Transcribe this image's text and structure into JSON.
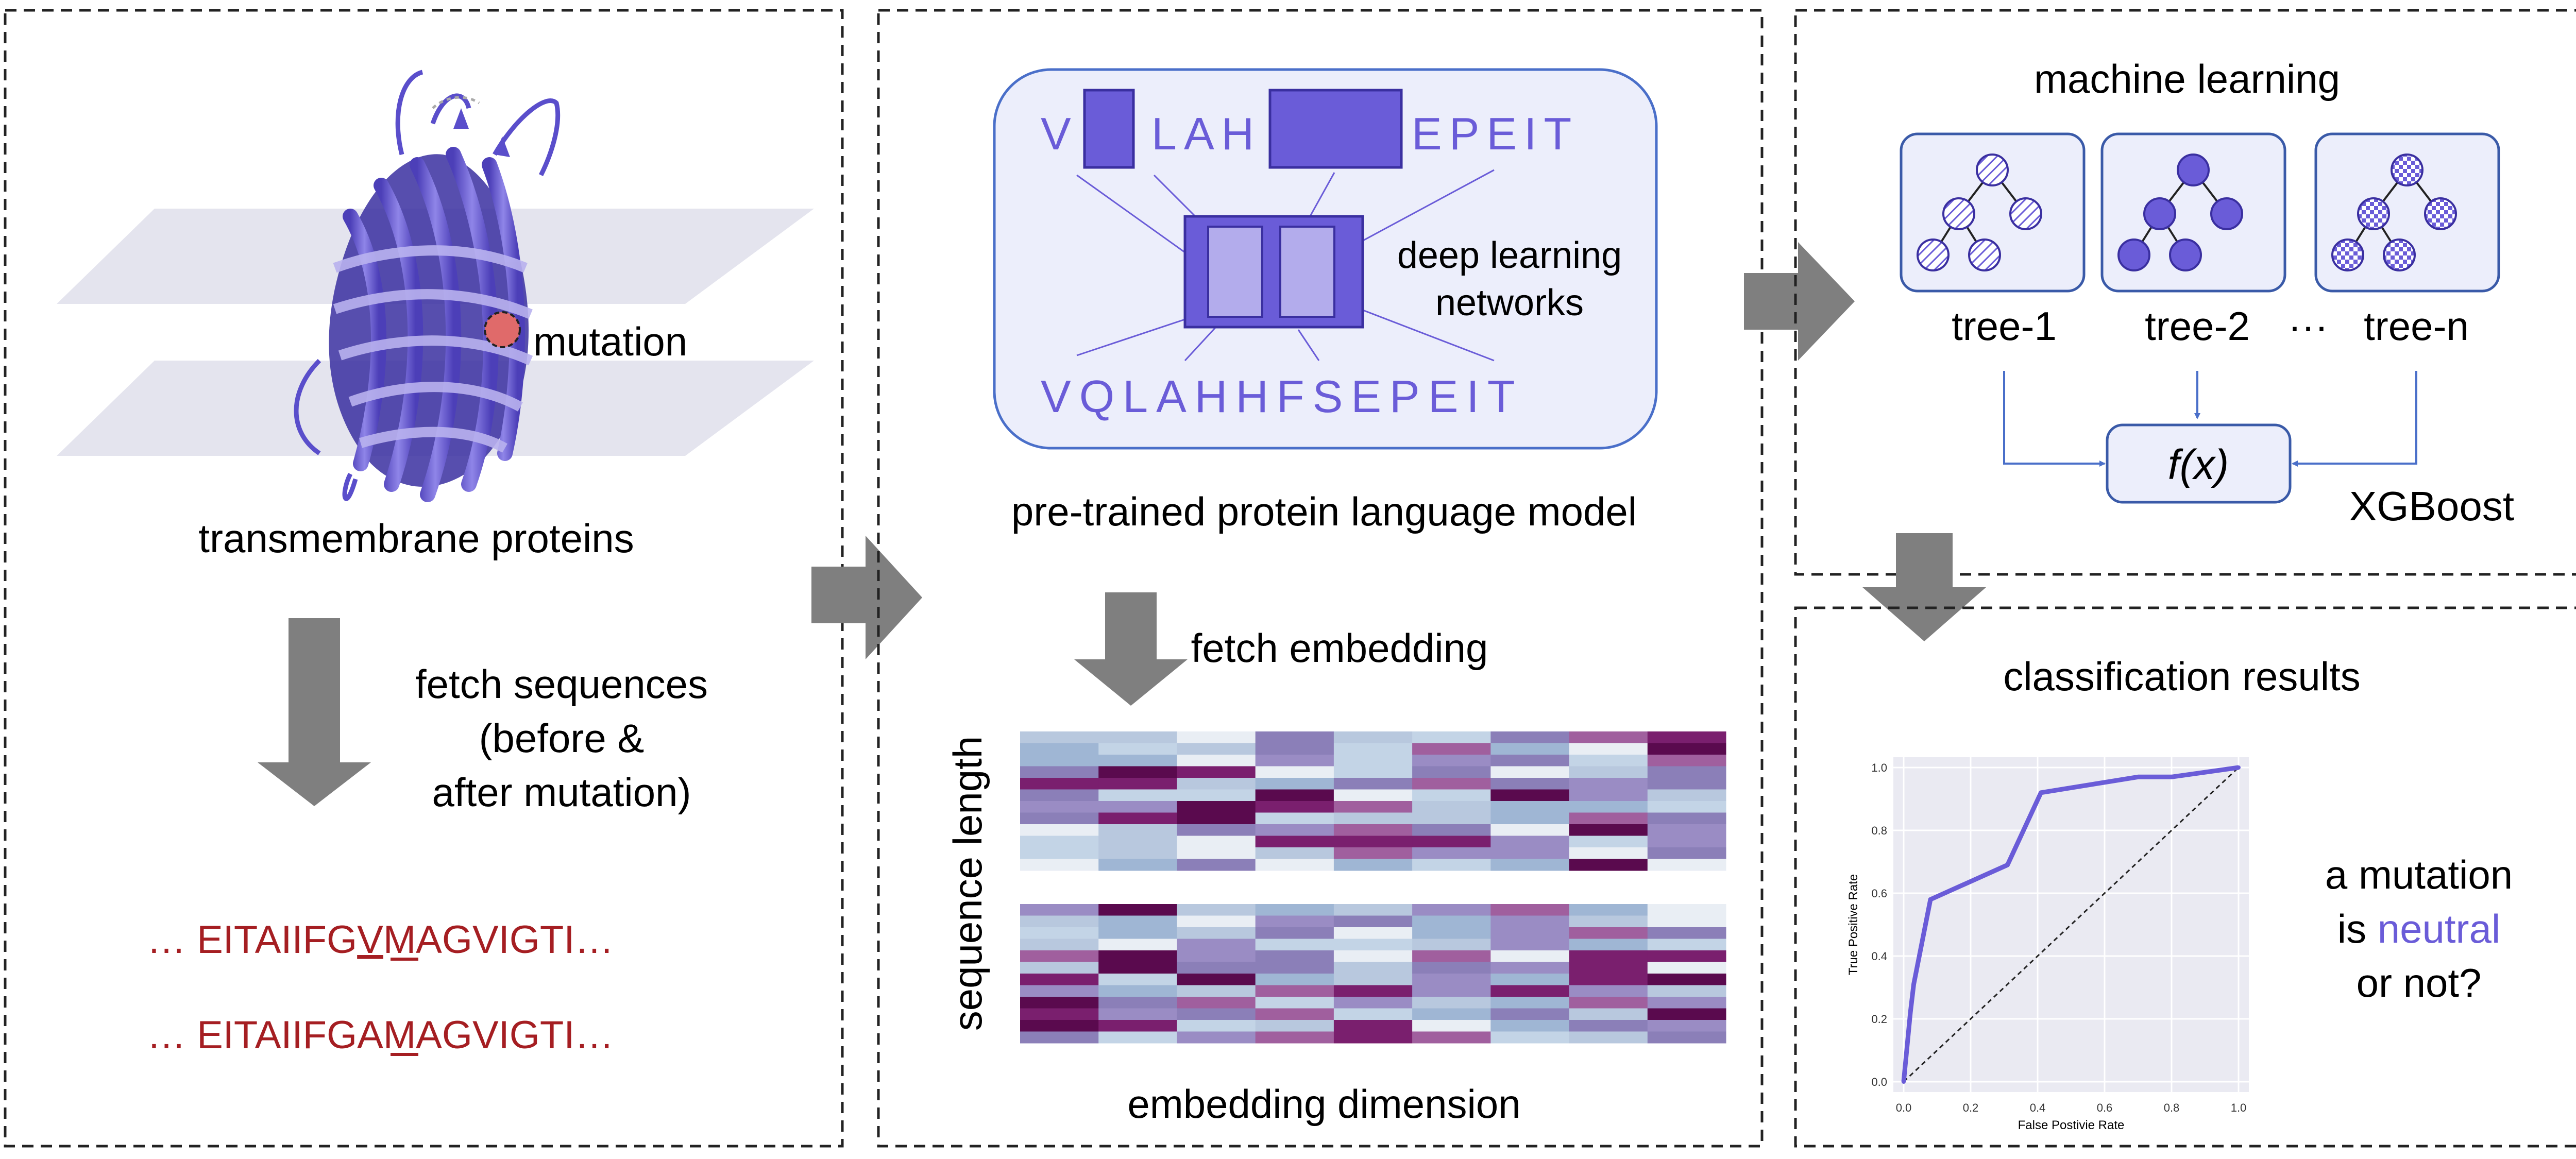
{
  "panel1": {
    "mutation_label": "mutation",
    "caption": "transmembrane proteins",
    "fetch_label": [
      "fetch sequences",
      "(before &",
      "after mutation)"
    ],
    "seq_before": {
      "prefix": "… EITAIIFG",
      "mut": "V",
      "suffix": "MAGVIGTI…"
    },
    "seq_after": {
      "prefix": "… EITAIIFG",
      "mut": "A",
      "suffix": "MAGVIGTI…"
    }
  },
  "panel2": {
    "masked_seq": {
      "a": "V",
      "b": "LAH",
      "c": "EPEIT"
    },
    "full_seq": "VQLAHHFSEPEIT",
    "network_label": [
      "deep learning",
      "networks"
    ],
    "caption": "pre-trained protein language model",
    "fetch_label": "fetch embedding",
    "y_label": "sequence length",
    "x_label": "embedding dimension"
  },
  "panel3": {
    "title": "machine learning",
    "trees": [
      "tree-1",
      "tree-2",
      "tree-n"
    ],
    "dots": "···",
    "function_label": "f(x)",
    "model_label": "XGBoost"
  },
  "panel4": {
    "title": "classification results",
    "question": {
      "line1": "a mutation",
      "is": "is ",
      "neutral": "neutral",
      "line3": "or not?"
    }
  },
  "chart_data": {
    "type": "line",
    "xlabel": "False Postivie Rate",
    "ylabel": "True Positive Rate",
    "xlim": [
      0,
      1
    ],
    "ylim": [
      0,
      1
    ],
    "xticks": [
      "0.0",
      "0.2",
      "0.4",
      "0.6",
      "0.8",
      "1.0"
    ],
    "yticks": [
      "0.0",
      "0.2",
      "0.4",
      "0.6",
      "0.8",
      "1.0"
    ],
    "grid": true,
    "series": [
      {
        "x": [
          0,
          0.01,
          0.02,
          0.03,
          0.08,
          0.31,
          0.41,
          0.7,
          0.8,
          1.0
        ],
        "y": [
          0,
          0.11,
          0.22,
          0.31,
          0.58,
          0.69,
          0.92,
          0.97,
          0.97,
          1.0
        ]
      }
    ],
    "diagonal": true
  },
  "colors": {
    "purple": "#6a5cd8",
    "purple_light": "#b3acec",
    "red": "#a51e22",
    "arrow_gray": "#7f7f7f",
    "heat_dark": "#6b0a5c",
    "heat_light": "#e9eef4"
  }
}
